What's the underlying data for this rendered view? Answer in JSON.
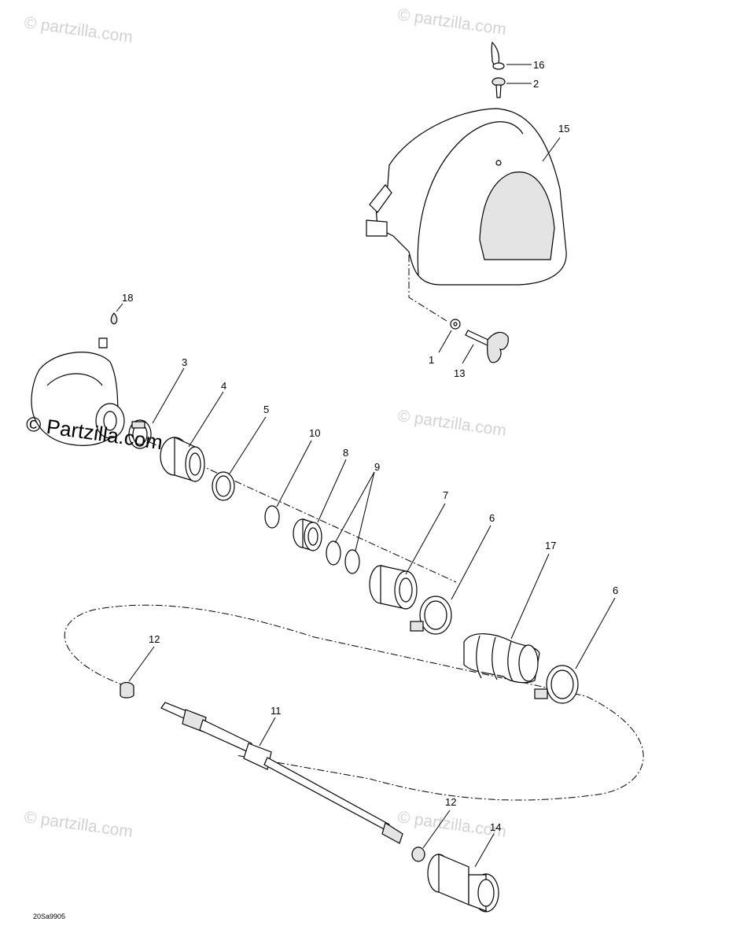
{
  "watermark": {
    "faint_text": "© partzilla.com",
    "main_text": "© Partzilla.com"
  },
  "diagram_code": "20Sa9905",
  "callouts": [
    {
      "id": "c16",
      "label": "16"
    },
    {
      "id": "c2",
      "label": "2"
    },
    {
      "id": "c15",
      "label": "15"
    },
    {
      "id": "c18",
      "label": "18"
    },
    {
      "id": "c1",
      "label": "1"
    },
    {
      "id": "c13",
      "label": "13"
    },
    {
      "id": "c3",
      "label": "3"
    },
    {
      "id": "c4",
      "label": "4"
    },
    {
      "id": "c5",
      "label": "5"
    },
    {
      "id": "c10",
      "label": "10"
    },
    {
      "id": "c8",
      "label": "8"
    },
    {
      "id": "c9",
      "label": "9"
    },
    {
      "id": "c7",
      "label": "7"
    },
    {
      "id": "c6a",
      "label": "6"
    },
    {
      "id": "c17",
      "label": "17"
    },
    {
      "id": "c6b",
      "label": "6"
    },
    {
      "id": "c12a",
      "label": "12"
    },
    {
      "id": "c11",
      "label": "11"
    },
    {
      "id": "c12b",
      "label": "12"
    },
    {
      "id": "c14",
      "label": "14"
    }
  ]
}
